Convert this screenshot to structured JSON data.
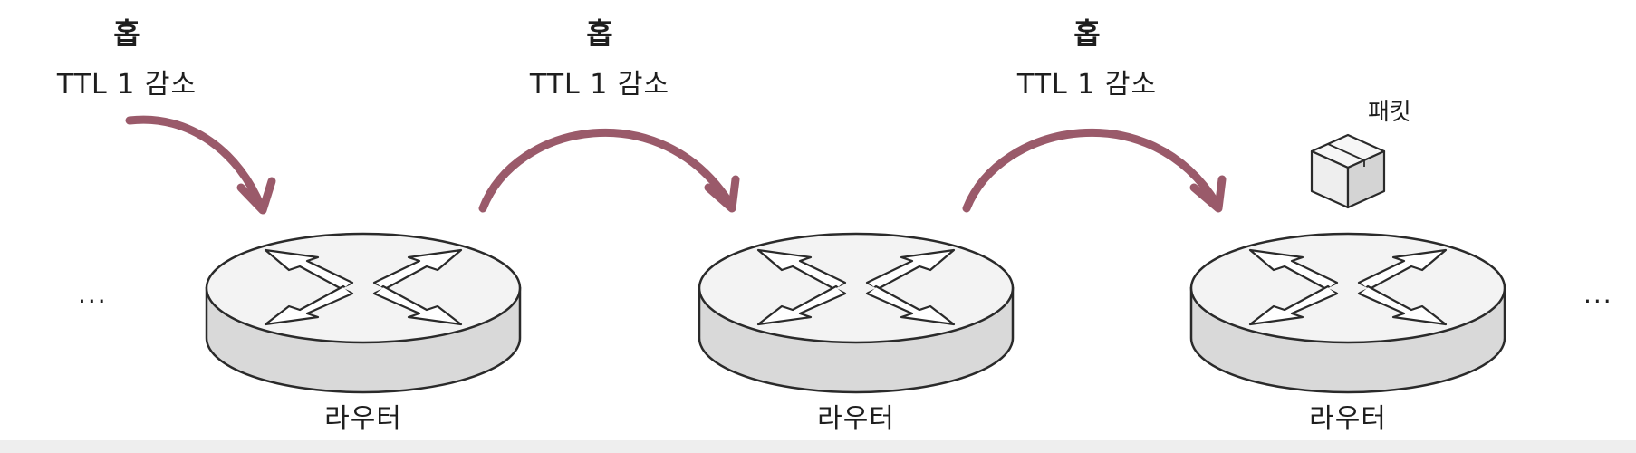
{
  "hops": [
    {
      "title": "홉",
      "desc": "TTL 1 감소"
    },
    {
      "title": "홉",
      "desc": "TTL 1 감소"
    },
    {
      "title": "홉",
      "desc": "TTL 1 감소"
    }
  ],
  "routers": [
    {
      "label": "라우터"
    },
    {
      "label": "라우터"
    },
    {
      "label": "라우터"
    }
  ],
  "packet": {
    "label": "패킷"
  },
  "ellipsis_left": "...",
  "ellipsis_right": "...",
  "colors": {
    "arrow": "#9a5a6a",
    "router_top": "#f3f3f3",
    "router_side": "#d9d9d9",
    "outline": "#2a2a2a",
    "background": "#ffffff"
  },
  "icons": {
    "router": "router-icon",
    "packet": "box-icon",
    "hop_arrow": "curved-arrow-icon"
  }
}
